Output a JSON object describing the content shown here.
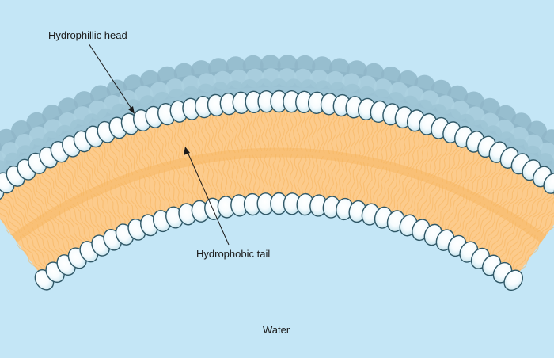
{
  "labels": {
    "head": "Hydrophillic head",
    "tail": "Hydrophobic tail",
    "water": "Water"
  },
  "colors": {
    "water": "#c4e6f6",
    "tail": "#fccb8c",
    "tail_dark": "#f6b45c",
    "head_fill": "#ffffff",
    "head_shade": "#cbe7f0",
    "head_outline": "#2f5766",
    "back_layer": "#8fb6c8",
    "back_layer_light": "#add1e0",
    "line": "#1a1a1a"
  }
}
